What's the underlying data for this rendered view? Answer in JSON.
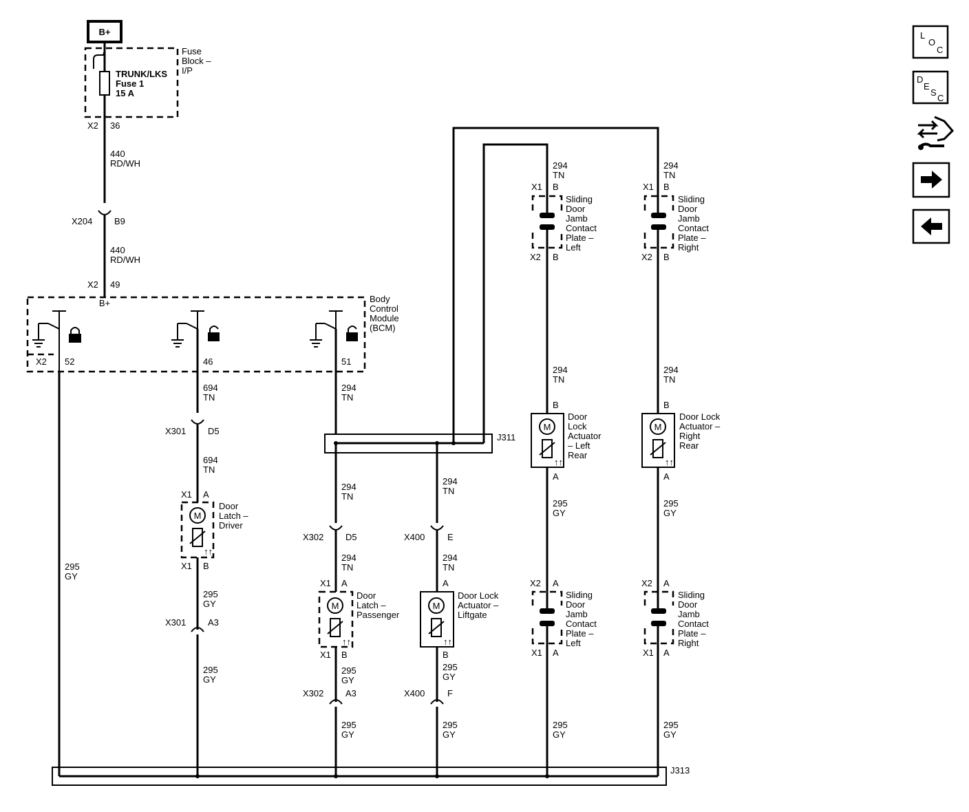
{
  "battery": "B+",
  "fuse_block": {
    "name_lines": [
      "Fuse",
      "Block –",
      "I/P"
    ],
    "fuse_lines": [
      "TRUNK/LKS",
      "Fuse 1",
      "15 A"
    ],
    "connector": "X2",
    "pin": "36"
  },
  "circuit_440": {
    "number": "440",
    "color": "RD/WH"
  },
  "inline_x204": {
    "connector": "X204",
    "pin": "B9"
  },
  "bcm": {
    "name_lines": [
      "Body",
      "Control",
      "Module",
      "(BCM)"
    ],
    "input_connector": "X2",
    "input_pin": "49",
    "input_label": "B+",
    "output_connector": "X2",
    "pins": [
      "52",
      "46",
      "51"
    ]
  },
  "wires": {
    "w694": {
      "number": "694",
      "color": "TN"
    },
    "w294": {
      "number": "294",
      "color": "TN"
    },
    "w295": {
      "number": "295",
      "color": "GY"
    }
  },
  "x301": {
    "connector": "X301",
    "pin_top": "D5",
    "pin_bottom": "A3"
  },
  "x302": {
    "connector": "X302",
    "pin_top": "D5",
    "pin_bottom": "A3"
  },
  "x400": {
    "connector": "X400",
    "pin_top": "E",
    "pin_bottom": "F"
  },
  "splices": {
    "j311": "J311",
    "j313": "J313"
  },
  "motor_label": "M",
  "door_latch_driver": {
    "name_lines": [
      "Door",
      "Latch –",
      "Driver"
    ],
    "connector": "X1",
    "pin_a": "A",
    "pin_b": "B"
  },
  "door_latch_passenger": {
    "name_lines": [
      "Door",
      "Latch –",
      "Passenger"
    ],
    "connector": "X1",
    "pin_a": "A",
    "pin_b": "B"
  },
  "liftgate_actuator": {
    "name_lines": [
      "Door Lock",
      "Actuator –",
      "Liftgate"
    ],
    "pin_a": "A",
    "pin_b": "B"
  },
  "actuator_left_rear": {
    "name_lines": [
      "Door",
      "Lock",
      "Actuator",
      "– Left",
      "Rear"
    ],
    "pin_b": "B",
    "pin_a": "A"
  },
  "actuator_right_rear": {
    "name_lines": [
      "Door Lock",
      "Actuator –",
      "Right",
      "Rear"
    ],
    "pin_b": "B",
    "pin_a": "A"
  },
  "contact_left_upper": {
    "name_lines": [
      "Sliding",
      "Door",
      "Jamb",
      "Contact",
      "Plate –",
      "Left"
    ],
    "conn_top": "X1",
    "pin_top": "B",
    "conn_bottom": "X2",
    "pin_bottom": "B"
  },
  "contact_right_upper": {
    "name_lines": [
      "Sliding",
      "Door",
      "Jamb",
      "Contact",
      "Plate –",
      "Right"
    ],
    "conn_top": "X1",
    "pin_top": "B",
    "conn_bottom": "X2",
    "pin_bottom": "B"
  },
  "contact_left_lower": {
    "name_lines": [
      "Sliding",
      "Door",
      "Jamb",
      "Contact",
      "Plate –",
      "Left"
    ],
    "conn_top": "X2",
    "pin_top": "A",
    "conn_bottom": "X1",
    "pin_bottom": "A"
  },
  "contact_right_lower": {
    "name_lines": [
      "Sliding",
      "Door",
      "Jamb",
      "Contact",
      "Plate –",
      "Right"
    ],
    "conn_top": "X2",
    "pin_top": "A",
    "conn_bottom": "X1",
    "pin_bottom": "A"
  },
  "nav": {
    "loc": [
      "L",
      "O",
      "C"
    ],
    "desc": [
      "D",
      "E",
      "S",
      "C"
    ],
    "icons": [
      "connector-end-view-icon",
      "arrow-right-icon",
      "arrow-left-icon"
    ]
  }
}
